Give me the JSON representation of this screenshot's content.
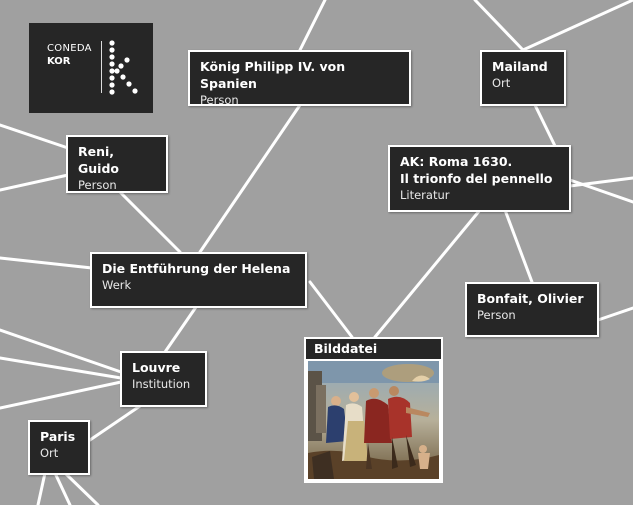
{
  "logo": {
    "line1": "CONEDA",
    "line2": "KOR",
    "mark": "k"
  },
  "nodes": [
    {
      "title": "König Philipp IV. von Spanien",
      "type": "Person"
    },
    {
      "title": "Mailand",
      "type": "Ort"
    },
    {
      "title": "Reni, Guido",
      "type": "Person"
    },
    {
      "title": "AK: Roma 1630.\nIl trionfo del pennello",
      "type": "Literatur"
    },
    {
      "title": "Die Entführung der Helena",
      "type": "Werk"
    },
    {
      "title": "Bonfait, Olivier",
      "type": "Person"
    },
    {
      "title": "Louvre",
      "type": "Institution"
    },
    {
      "title": "Paris",
      "type": "Ort"
    }
  ],
  "media": {
    "label": "Bilddatei",
    "image": "painting-thumbnail"
  },
  "colors": {
    "background": "#a0a0a0",
    "node": "#262626",
    "edge": "#ffffff"
  }
}
